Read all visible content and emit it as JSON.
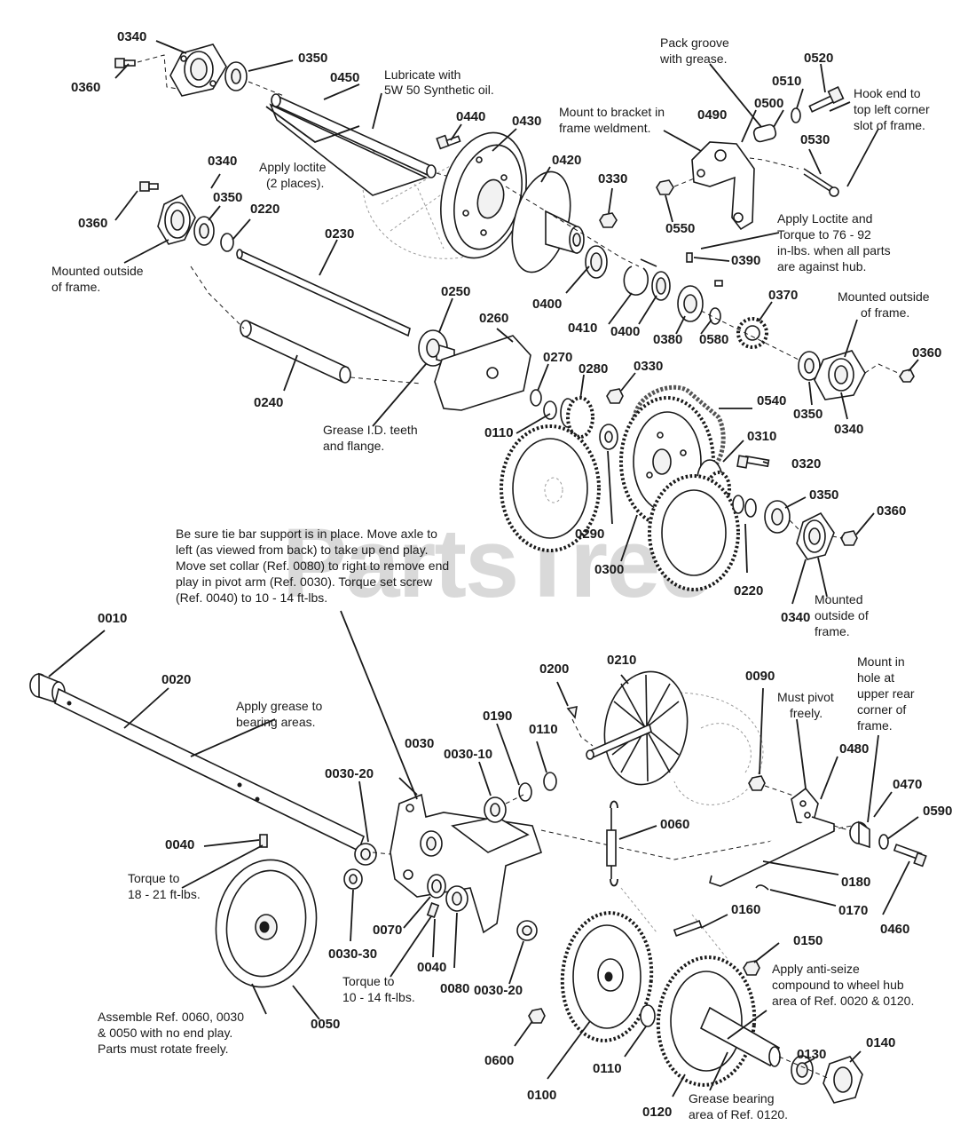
{
  "watermark": {
    "text": "PartsTree",
    "tm": "™"
  },
  "parts": [
    "0340",
    "0350",
    "0360",
    "0450",
    "0440",
    "0430",
    "0420",
    "0490",
    "0500",
    "0510",
    "0520",
    "0530",
    "0340",
    "0360",
    "0350",
    "0220",
    "0230",
    "0330",
    "0550",
    "0390",
    "0400",
    "0410",
    "0400",
    "0380",
    "0580",
    "0370",
    "0340",
    "0360",
    "0350",
    "0340",
    "0250",
    "0260",
    "0240",
    "0270",
    "0280",
    "0330",
    "0540",
    "0110",
    "0310",
    "0320",
    "0290",
    "0300",
    "0350",
    "0360",
    "0220",
    "0340",
    "0010",
    "0020",
    "0210",
    "0200",
    "0090",
    "0190",
    "0110",
    "0030-10",
    "0030-20",
    "0030",
    "0480",
    "0470",
    "0590",
    "0060",
    "0040",
    "0180",
    "0170",
    "0460",
    "0030-30",
    "0070",
    "0040",
    "0080",
    "0030-20",
    "0160",
    "0150",
    "0050",
    "0100",
    "0110",
    "0600",
    "0130",
    "0140",
    "0120"
  ],
  "notes": {
    "lubricate": [
      "Lubricate with",
      "5W 50 Synthetic oil."
    ],
    "loctite2": [
      "Apply loctite",
      "(2 places)."
    ],
    "packgroove": [
      "Pack groove",
      "with grease."
    ],
    "mountbracket": [
      "Mount to bracket in",
      "frame weldment."
    ],
    "hookend": [
      "Hook end to",
      "top left corner",
      "slot of frame."
    ],
    "mountedout1": [
      "Mounted outside",
      "of frame."
    ],
    "loctiteTorque": [
      "Apply Loctite and",
      "Torque to 76 - 92",
      "in-lbs. when all parts",
      "are against hub."
    ],
    "mountedout2": [
      "Mounted outside",
      "of frame."
    ],
    "greaseID": [
      "Grease I.D. teeth",
      "and flange."
    ],
    "mountedout3": [
      "Mounted",
      "outside of",
      "frame."
    ],
    "tiebar": [
      "Be sure tie bar support is in place. Move axle to",
      "left (as viewed from back) to take up end play.",
      "Move set collar (Ref. 0080) to right to remove end",
      "play in pivot arm (Ref. 0030). Torque set screw",
      "(Ref. 0040) to 10 - 14 ft-lbs."
    ],
    "applygrease": [
      "Apply grease to",
      "bearing areas."
    ],
    "mustpivot": [
      "Must pivot",
      "freely."
    ],
    "mounthole": [
      "Mount in",
      "hole at",
      "upper rear",
      "corner of",
      "frame."
    ],
    "torque18": [
      "Torque to",
      "18 - 21 ft-lbs."
    ],
    "torque10": [
      "Torque to",
      "10 - 14 ft-lbs."
    ],
    "assemble": [
      "Assemble Ref. 0060, 0030",
      "& 0050 with no end play.",
      "Parts must rotate freely."
    ],
    "antiseize": [
      "Apply anti-seize",
      "compound to wheel hub",
      "area of Ref. 0020 & 0120."
    ],
    "greasebearing": [
      "Grease bearing",
      "area of Ref. 0120."
    ]
  }
}
